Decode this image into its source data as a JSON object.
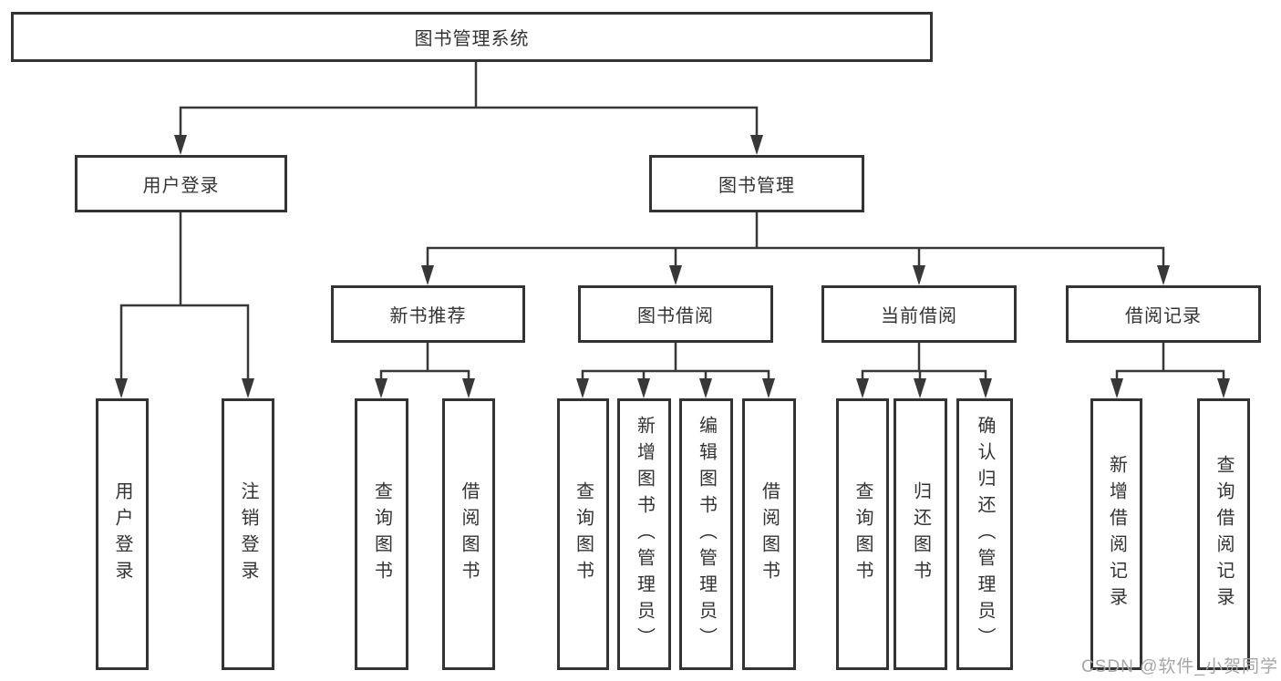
{
  "tree": {
    "root": "图书管理系统",
    "children": [
      {
        "label": "用户登录",
        "children": [
          "用户登录",
          "注销登录"
        ]
      },
      {
        "label": "图书管理",
        "children": [
          {
            "label": "新书推荐",
            "children": [
              "查询图书",
              "借阅图书"
            ]
          },
          {
            "label": "图书借阅",
            "children": [
              "查询图书",
              "新增图书（管理员）",
              "编辑图书（管理员）",
              "借阅图书"
            ]
          },
          {
            "label": "当前借阅",
            "children": [
              "查询图书",
              "归还图书",
              "确认归还（管理员）"
            ]
          },
          {
            "label": "借阅记录",
            "children": [
              "新增借阅记录",
              "查询借阅记录"
            ]
          }
        ]
      }
    ]
  },
  "watermark": "CSDN @软件_小贺同学",
  "colors": {
    "line": "#383838",
    "box_border": "#333333",
    "text": "#333333",
    "watermark_text": "#a6a6a6",
    "background": "#ffffff"
  }
}
